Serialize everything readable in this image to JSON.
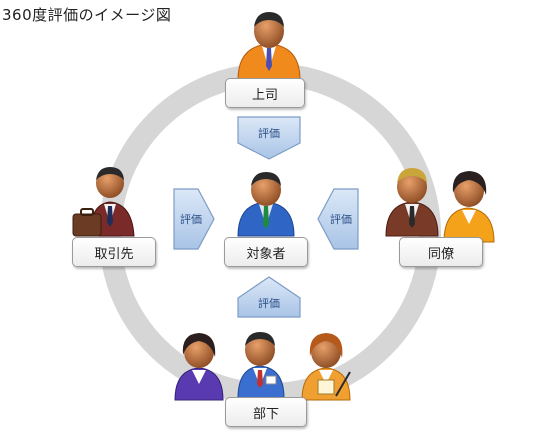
{
  "title": "360度評価のイメージ図",
  "nodes": {
    "top": "上司",
    "left": "取引先",
    "center": "対象者",
    "right": "同僚",
    "bottom": "部下"
  },
  "arrows": {
    "top": "評価",
    "left": "評価",
    "right": "評価",
    "bottom": "評価"
  },
  "colors": {
    "ring": "#d6d6d6",
    "chevron_fill": "#b8d0ec",
    "chevron_stroke": "#7d9cc6",
    "chevron_text": "#2a4f86"
  }
}
